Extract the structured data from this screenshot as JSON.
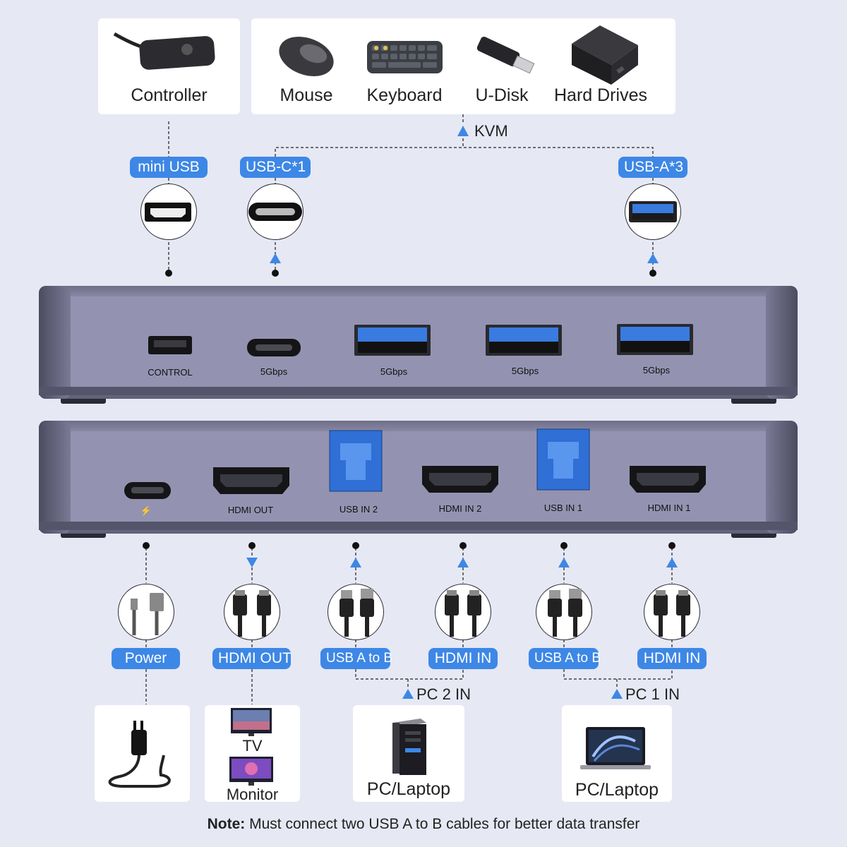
{
  "top_devices": {
    "controller": "Controller",
    "mouse": "Mouse",
    "keyboard": "Keyboard",
    "udisk": "U-Disk",
    "hard_drives": "Hard Drives"
  },
  "kvm_label": "KVM",
  "top_pills": {
    "mini_usb": "mini USB",
    "usb_c": "USB-C*1",
    "usb_a": "USB-A*3"
  },
  "top_panel_ports": {
    "control": "CONTROL",
    "usbc_speed": "5Gbps",
    "usba1_speed": "5Gbps",
    "usba2_speed": "5Gbps",
    "usba3_speed": "5Gbps"
  },
  "bottom_panel_ports": {
    "power": "⚡",
    "hdmi_out": "HDMI OUT",
    "usb_in_2": "USB IN 2",
    "hdmi_in_2": "HDMI IN 2",
    "usb_in_1": "USB IN 1",
    "hdmi_in_1": "HDMI IN 1"
  },
  "bottom_pills": {
    "power": "Power",
    "hdmi_out": "HDMI OUT",
    "usb_a_to_b_2": "USB A to B",
    "hdmi_in_2": "HDMI IN",
    "usb_a_to_b_1": "USB A to B",
    "hdmi_in_1": "HDMI IN"
  },
  "groups": {
    "pc2": "PC 2 IN",
    "pc1": "PC 1 IN"
  },
  "bottom_devices": {
    "tv": "TV",
    "monitor": "Monitor",
    "pc2": "PC/Laptop",
    "pc1": "PC/Laptop"
  },
  "note": {
    "bold": "Note:",
    "text": " Must connect two USB A to B cables for better data transfer"
  },
  "colors": {
    "accent": "#3d87e6",
    "background": "#e6e8f4",
    "panel": "#8f8fad",
    "usb_blue": "#2f6fd6"
  },
  "icons": {
    "controller": "switch-controller-icon",
    "mouse": "mouse-icon",
    "keyboard": "keyboard-icon",
    "udisk": "usb-stick-icon",
    "hard_drive": "hard-drive-icon",
    "power_adapter": "power-adapter-icon",
    "tv": "tv-icon",
    "monitor": "monitor-icon",
    "pc_tower": "pc-tower-icon",
    "laptop": "laptop-icon"
  }
}
